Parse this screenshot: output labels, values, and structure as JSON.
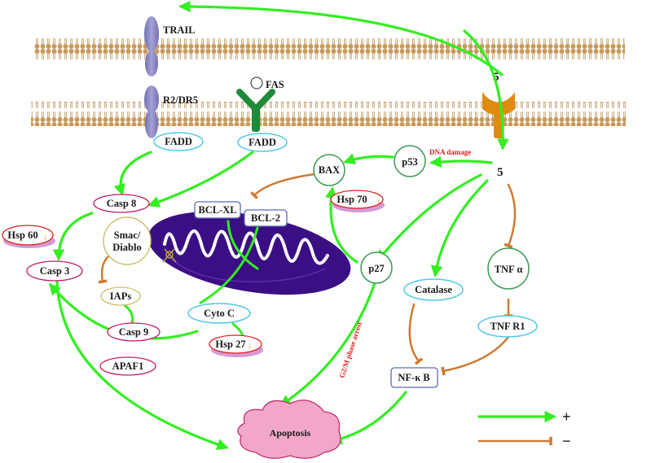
{
  "colors": {
    "activation": "#33ee22",
    "inhibition": "#d07a30",
    "membrane_head": "#c79a5a",
    "receptor": "#8d8ac4",
    "fas_receptor": "#1f8a3a",
    "compound_receptor": "#e08a10",
    "mitochondrion": "#3b0f84",
    "apoptosis": "#f2a7c8",
    "red_text": "#e0201f"
  },
  "membrane": {
    "receptors": {
      "trail": "TRAIL",
      "dr5": "R2/DR5",
      "fas": "FAS",
      "compound": "5"
    }
  },
  "nodes": {
    "fadd_left": "FADD",
    "fadd_right": "FADD",
    "compound_inner": "5",
    "p53": "p53",
    "dna_damage": "DNA damage",
    "bax": "BAX",
    "hsp70": "Hsp 70",
    "bcl_xl": "BCL-XL",
    "bcl2": "BCL-2",
    "casp8": "Casp 8",
    "hsp60": "Hsp 60",
    "smac_line1": "Smac/",
    "smac_line2": "Diablo",
    "casp3": "Casp 3",
    "iaps": "IAPs",
    "casp9": "Casp 9",
    "cyto_c": "Cyto C",
    "hsp27": "Hsp 27",
    "apaf1": "APAF1",
    "p27": "p27",
    "g2m": "G2/M phase arrest",
    "catalase": "Catalase",
    "tnf_alpha": "TNF α",
    "tnf_r1": "TNF R1",
    "nfkb": "NF-κ B",
    "apoptosis": "Apoptosis"
  },
  "legend": {
    "activation_label": "+",
    "inhibition_label": "−"
  }
}
